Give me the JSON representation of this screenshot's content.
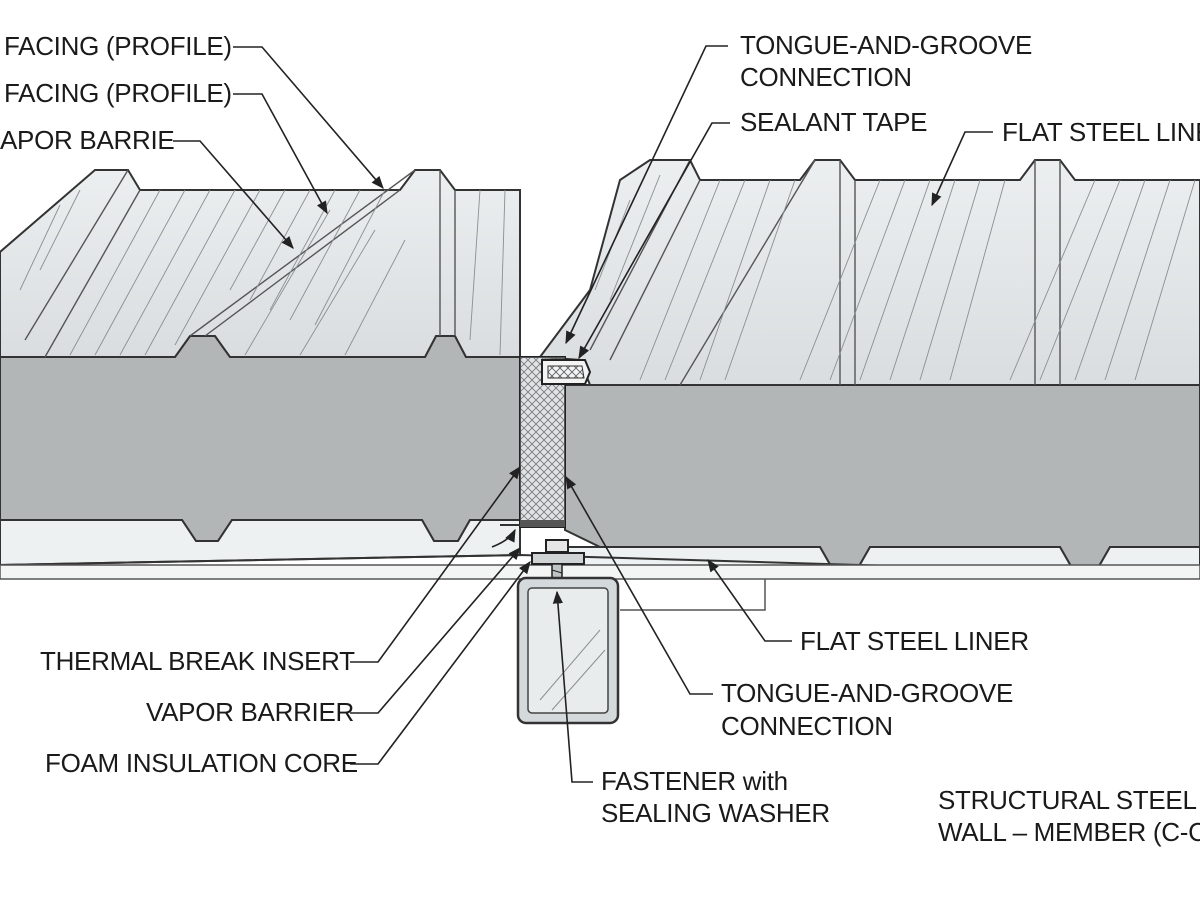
{
  "diagram": {
    "labels": {
      "facing_profile_top": "FACING (PROFILE)",
      "facing_profile_second": "FACING (PROFILE)",
      "vapor_barrier_top": "APOR BARRIE",
      "tongue_groove_top_line1": "TONGUE-AND-GROOVE",
      "tongue_groove_top_line2": "CONNECTION",
      "sealant_tape": "SEALANT TAPE",
      "flat_steel_liner_top": "FLAT STEEL LINE",
      "flat_steel_liner_bottom": "FLAT STEEL LINER",
      "thermal_break_insert": "THERMAL BREAK INSERT",
      "vapor_barrier_bottom": "VAPOR BARRIER",
      "tongue_groove_bottom_line1": "TONGUE-AND-GROOVE",
      "tongue_groove_bottom_line2": "CONNECTION",
      "foam_insulation_core": "FOAM INSULATION CORE",
      "fastener_line1": "FASTENER with",
      "fastener_line2": "SEALING WASHER",
      "structural_member_line1": "STRUCTURAL STEEL F",
      "structural_member_line2": "WALL – MEMBER (C-C"
    },
    "colors": {
      "facing": "#e3e7e8",
      "core": "#b3b6b7",
      "liner": "#eef1f1",
      "outline": "#333333",
      "insert": "#9aa1a3",
      "tube": "#d4dadb"
    }
  }
}
